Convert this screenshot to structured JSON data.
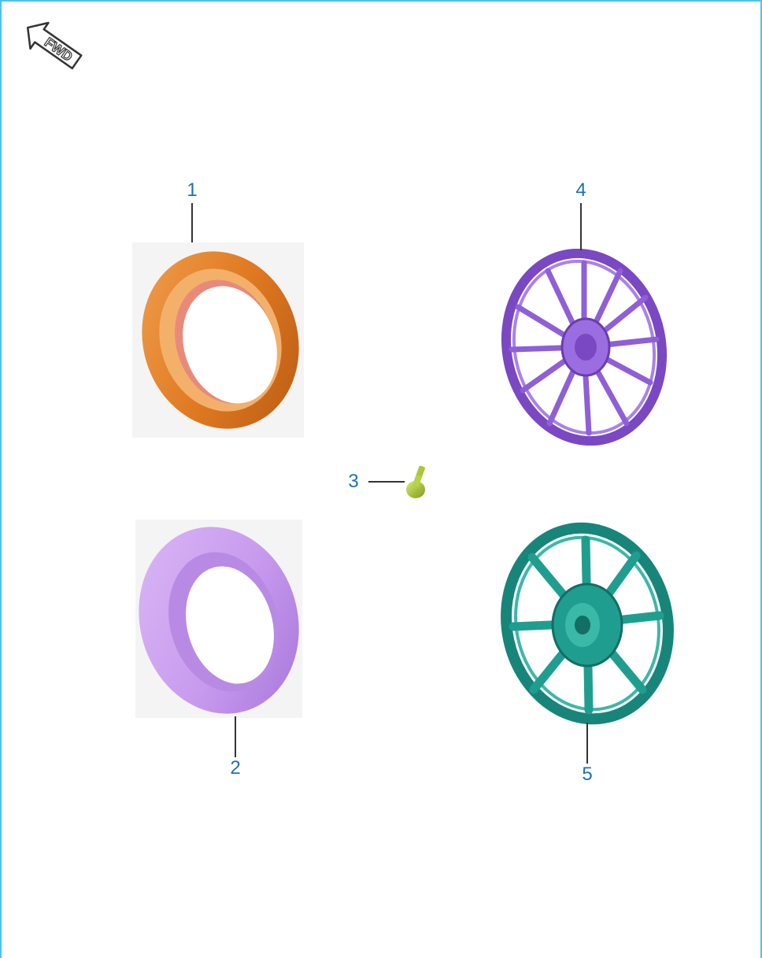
{
  "fwd_label": "FWD",
  "colors": {
    "frame": "#4fc3e6",
    "callout_text": "#1e6fb0",
    "part_1": "#e07a22",
    "part_2": "#c89aee",
    "part_3": "#a8c83a",
    "part_4": "#8e5fd6",
    "part_5": "#1f9e90"
  },
  "callouts": [
    {
      "label": "1"
    },
    {
      "label": "2"
    },
    {
      "label": "3"
    },
    {
      "label": "4"
    },
    {
      "label": "5"
    }
  ]
}
